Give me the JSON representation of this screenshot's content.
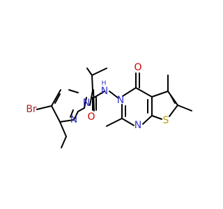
{
  "molecule": {
    "atoms": {
      "br": {
        "text": "Br",
        "color": "#a62929"
      },
      "n_pyr2": {
        "text": "N",
        "color": "#3333cc"
      },
      "n_pyr1": {
        "text": "N",
        "color": "#3333cc"
      },
      "o_amide": {
        "text": "O",
        "color": "#cc0000"
      },
      "n_amide": {
        "text": "N",
        "color": "#3333cc"
      },
      "h_amide": {
        "text": "H",
        "color": "#3333cc"
      },
      "n3": {
        "text": "N",
        "color": "#3333cc"
      },
      "o_ring": {
        "text": "O",
        "color": "#cc0000"
      },
      "n1": {
        "text": "N",
        "color": "#3333cc"
      },
      "s": {
        "text": "S",
        "color": "#b3a100"
      }
    },
    "bond_color": "#000000",
    "background": "#ffffff"
  }
}
